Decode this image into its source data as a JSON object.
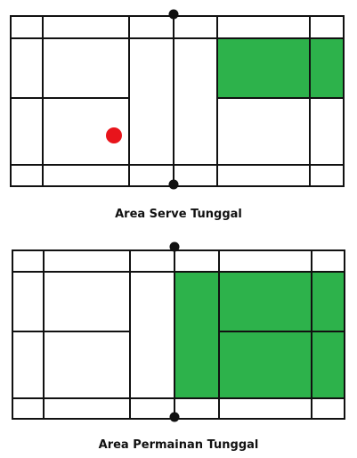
{
  "colors": {
    "line": "#111111",
    "area_fill": "#2db24b",
    "shuttle_dot": "#e8141b",
    "background": "#ffffff"
  },
  "courts": [
    {
      "caption": "Area Serve Tunggal",
      "highlighted_area": "right service box, upper half (singles serve area)",
      "marker": "red dot in left service box"
    },
    {
      "caption": "Area Permainan Tunggal",
      "highlighted_area": "entire right half within singles sidelines"
    }
  ]
}
